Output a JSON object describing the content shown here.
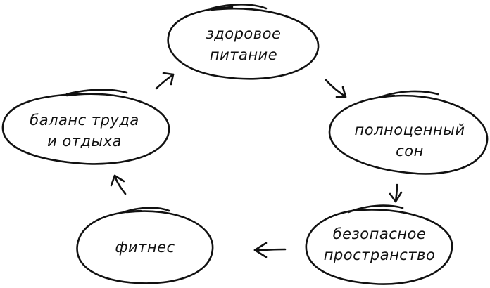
{
  "nodes": [
    {
      "id": "healthy-food",
      "lines": [
        "здоровое",
        "питание"
      ]
    },
    {
      "id": "full-sleep",
      "lines": [
        "полноценный",
        "сон"
      ]
    },
    {
      "id": "safe-space",
      "lines": [
        "безопасное",
        "пространство"
      ]
    },
    {
      "id": "fitness",
      "lines": [
        "фитнес"
      ]
    },
    {
      "id": "work-life-balance",
      "lines": [
        "баланс труда",
        "и отдыха"
      ]
    }
  ],
  "edges": [
    {
      "from": "healthy-food",
      "to": "full-sleep"
    },
    {
      "from": "full-sleep",
      "to": "safe-space"
    },
    {
      "from": "safe-space",
      "to": "fitness"
    },
    {
      "from": "fitness",
      "to": "work-life-balance"
    },
    {
      "from": "work-life-balance",
      "to": "healthy-food"
    }
  ],
  "colors": {
    "stroke": "#111111",
    "background": "#ffffff"
  }
}
